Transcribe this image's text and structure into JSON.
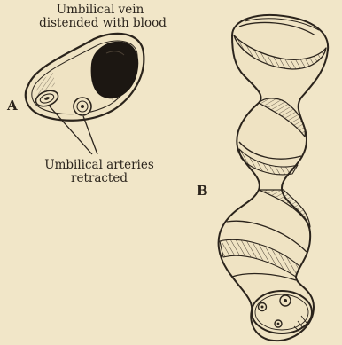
{
  "labels": {
    "vein_line1": "Umbilical vein",
    "vein_line2": "distended with blood",
    "arteries_line1": "Umbilical arteries",
    "arteries_line2": "retracted",
    "panel_a": "A",
    "panel_b": "B"
  },
  "colors": {
    "paper": "#f1e6c8",
    "ink": "#2b241c"
  }
}
